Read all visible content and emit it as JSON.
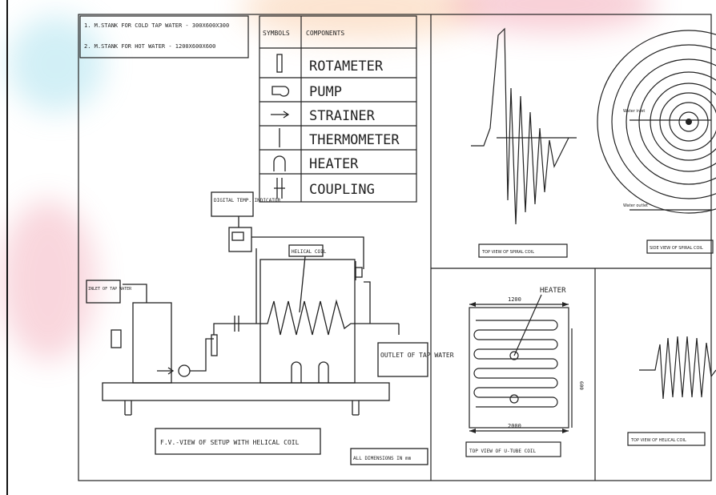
{
  "notes": {
    "line1": "1. M.STANK FOR COLD TAP WATER - 300X600X300",
    "line2": "2. M.STANK FOR HOT WATER - 1200X600X600"
  },
  "legend": {
    "header_symbols": "SYMBOLS",
    "header_components": "COMPONENTS",
    "rows": [
      "ROTAMETER",
      "PUMP",
      "STRAINER",
      "THERMOMETER",
      "HEATER",
      "COUPLING"
    ]
  },
  "labels": {
    "digital_temp": "DIGITAL TEMP. INDICATOR",
    "helical_coil": "HELICAL COIL",
    "inlet": "INLET OF TAP WATER",
    "outlet": "OUTLET OF TAP WATER",
    "fv_caption": "F.V.-VIEW OF SETUP WITH HELICAL COIL",
    "all_dims": "ALL DIMENSIONS IN mm",
    "top_spiral": "TOP VIEW OF SPIRAL COIL",
    "side_spiral": "SIDE VIEW OF SPIRAL COIL",
    "water_inlet": "Water inlet",
    "water_outlet": "Water outlet",
    "heater": "HEATER",
    "dim_1200": "1200",
    "dim_2000": "2000",
    "dim_side": "600",
    "top_utube": "TOP VIEW OF U-TUBE COIL",
    "top_helical": "TOP VIEW OF HELICAL COIL"
  },
  "colors": {
    "line": "#222222",
    "watermark_orange": "#f7b27a",
    "watermark_cyan": "#7fd3e6",
    "watermark_red": "#e8607a"
  }
}
